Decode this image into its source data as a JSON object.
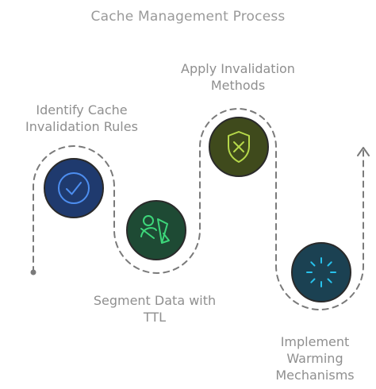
{
  "title": "Cache Management Process",
  "steps": [
    {
      "label_lines": [
        "Identify Cache",
        "Invalidation Rules"
      ],
      "icon": "check-circle-icon",
      "color": "#1f3a6e",
      "icon_color": "#4d8ef0"
    },
    {
      "label_lines": [
        "Segment Data with",
        "TTL"
      ],
      "icon": "segment-shapes-icon",
      "color": "#1e4a34",
      "icon_color": "#3dd67a"
    },
    {
      "label_lines": [
        "Apply Invalidation",
        "Methods"
      ],
      "icon": "shield-x-icon",
      "color": "#3f4a1c",
      "icon_color": "#b6d84a"
    },
    {
      "label_lines": [
        "Implement",
        "Warming",
        "Mechanisms"
      ],
      "icon": "loading-spinner-icon",
      "color": "#1b4152",
      "icon_color": "#28c2ec"
    }
  ]
}
